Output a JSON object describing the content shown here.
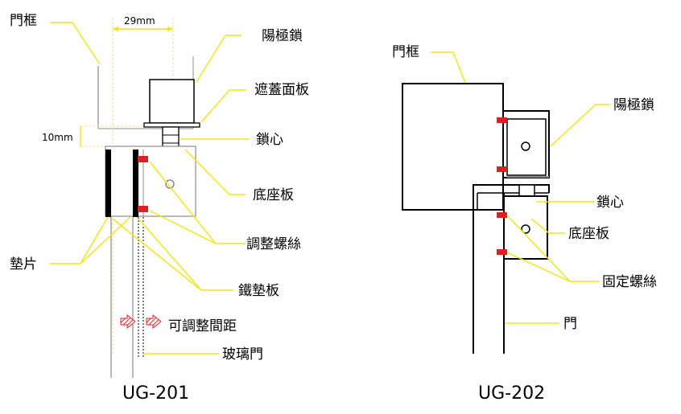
{
  "ug201": {
    "caption": "UG-201",
    "labels": {
      "frame": "門框",
      "dim_width": "29mm",
      "dim_gap": "10mm",
      "strike_lock": "陽極鎖",
      "cover_plate": "遮蓋面板",
      "lock_core": "鎖心",
      "base_plate": "底座板",
      "adjust_screw": "調整螺絲",
      "shim": "墊片",
      "iron_shim_plate": "鐵墊板",
      "adjustable_gap": "可調整間距",
      "glass_door": "玻璃門"
    }
  },
  "ug202": {
    "caption": "UG-202",
    "labels": {
      "frame": "門框",
      "strike_lock": "陽極鎖",
      "lock_core": "鎖心",
      "base_plate": "底座板",
      "fixing_screw": "固定螺絲",
      "door": "門"
    }
  },
  "colors": {
    "leader": "#f2e61a",
    "dashed_guide": "#e8e29a",
    "screw": "#e02020",
    "line": "#000000",
    "frame_gray": "#8c8c8c"
  }
}
